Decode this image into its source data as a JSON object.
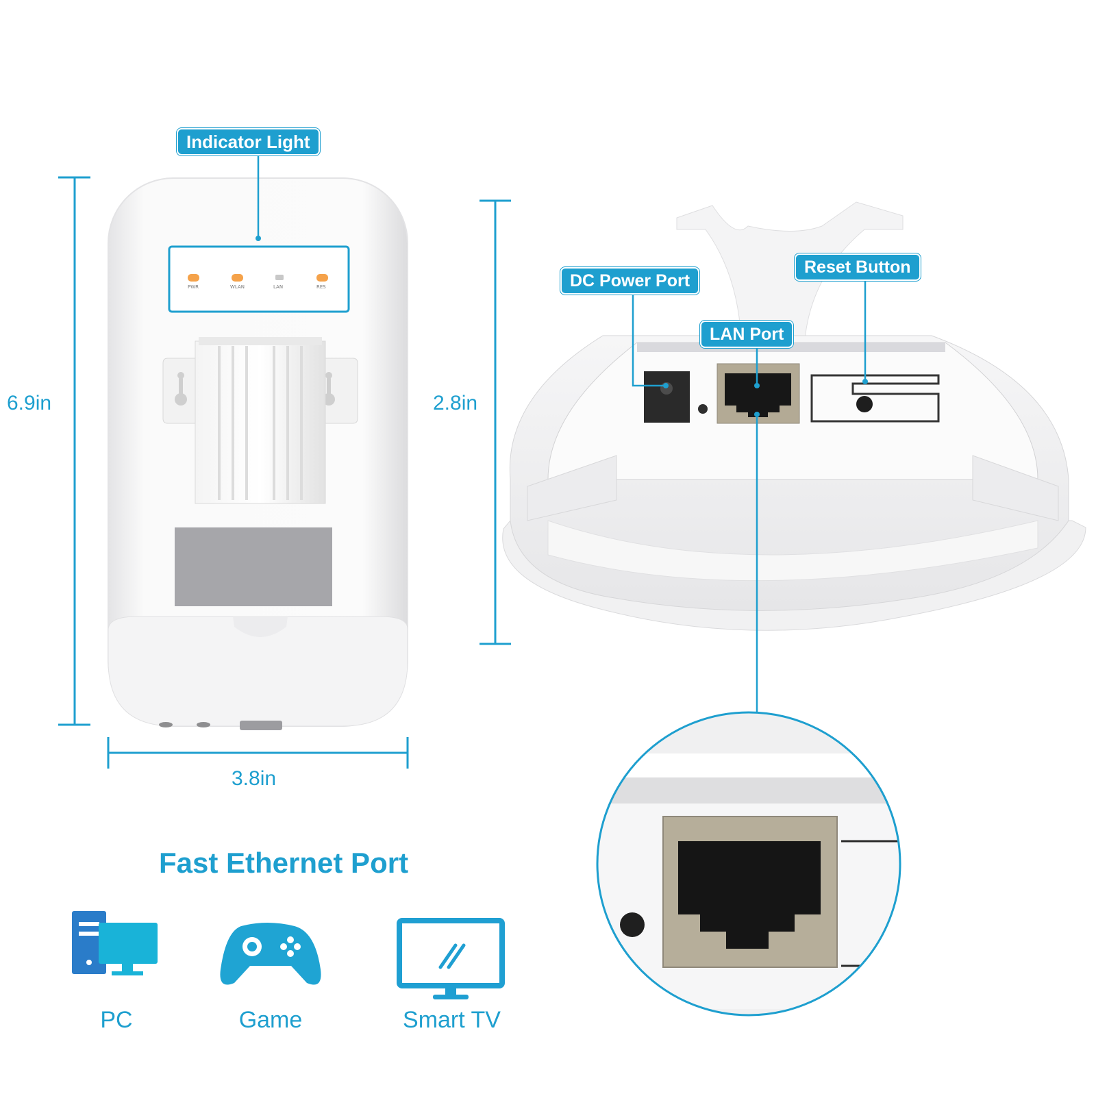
{
  "callouts": {
    "indicator_light": "Indicator Light",
    "dc_power_port": "DC Power Port",
    "reset_button": "Reset Button",
    "lan_port": "LAN Port"
  },
  "leds": [
    {
      "label": "PWR",
      "color": "#f5a24a"
    },
    {
      "label": "WLAN",
      "color": "#f5a24a"
    },
    {
      "label": "LAN",
      "color": "#c8c8c8"
    },
    {
      "label": "RES",
      "color": "#f5a24a"
    }
  ],
  "dimensions": {
    "height": "6.9in",
    "width": "3.8in",
    "depth": "2.8in"
  },
  "section": {
    "heading": "Fast Ethernet Port",
    "devices": [
      {
        "label": "PC",
        "icon": "pc-icon"
      },
      {
        "label": "Game",
        "icon": "gamepad-icon"
      },
      {
        "label": "Smart TV",
        "icon": "smart-tv-icon"
      }
    ]
  },
  "colors": {
    "accent": "#1e9fcf",
    "led_orange": "#f5a24a"
  }
}
